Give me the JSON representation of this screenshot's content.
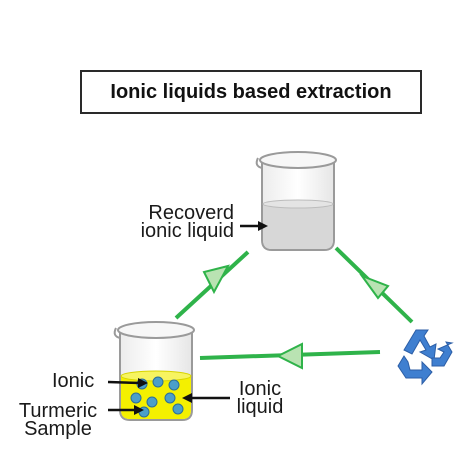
{
  "title": "Ionic liquids based extraction",
  "labels": {
    "recovered_line1": "Recoverd",
    "recovered_line2": "ionic liquid",
    "ionic": "Ionic",
    "turmeric_line1": "Turmeric",
    "turmeric_line2": "Sample",
    "ionic_liquid_line1": "Ionic",
    "ionic_liquid_line2": "liquid"
  },
  "icons": {
    "recycle": "recycle-icon",
    "top_beaker": "beaker-icon",
    "bottom_beaker": "beaker-icon"
  },
  "colors": {
    "arrow_green": "#2fb34a",
    "arrowhead_fill": "#b9e3b2",
    "ionic_liquid_yellow": "#f4f000",
    "particle_blue": "#4b9fc9",
    "recovered_liquid_gray": "#d7d7d7",
    "recycle_blue": "#3f7fd0"
  }
}
